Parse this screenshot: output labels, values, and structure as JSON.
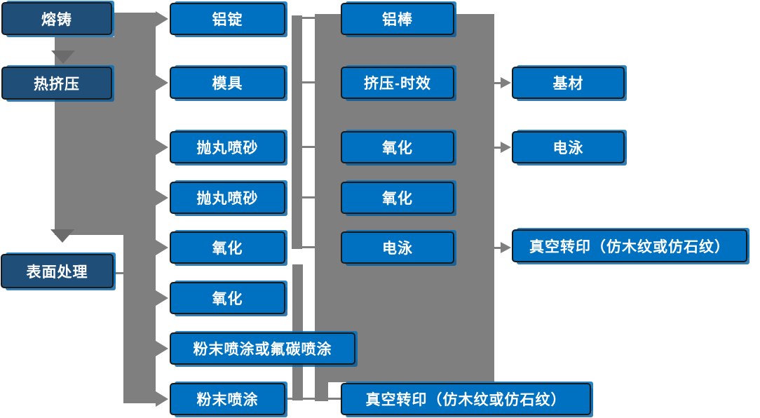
{
  "diagram_type": "process-flowchart",
  "colors": {
    "node_blue": "#0070C0",
    "node_navy": "#1F4E79",
    "connector_gray": "#7F7F7F",
    "arrow_dark_gray": "#6B6B6B",
    "node_border": "#1A1A1A",
    "node_text": "#FFFFFF",
    "background": "#FFFFFF"
  },
  "nodes": {
    "melt_cast": "熔铸",
    "hot_extrusion": "热挤压",
    "surface_treatment": "表面处理",
    "al_ingot": "铝锭",
    "mold": "模具",
    "shot_blast_1": "抛丸喷砂",
    "shot_blast_2": "抛丸喷砂",
    "oxidation_c2_1": "氧化",
    "oxidation_c2_2": "氧化",
    "powder_or_fluorocarbon": "粉末喷涂或氟碳喷涂",
    "powder_coating": "粉末喷涂",
    "al_rod": "铝棒",
    "extrusion_aging": "挤压-时效",
    "oxidation_c3_1": "氧化",
    "oxidation_c3_2": "氧化",
    "electrophoresis_c3": "电泳",
    "vacuum_transfer_c3": "真空转印（仿木纹或仿石纹）",
    "base_material": "基材",
    "electrophoresis_c4": "电泳",
    "vacuum_transfer_c4": "真空转印（仿木纹或仿石纹）"
  }
}
